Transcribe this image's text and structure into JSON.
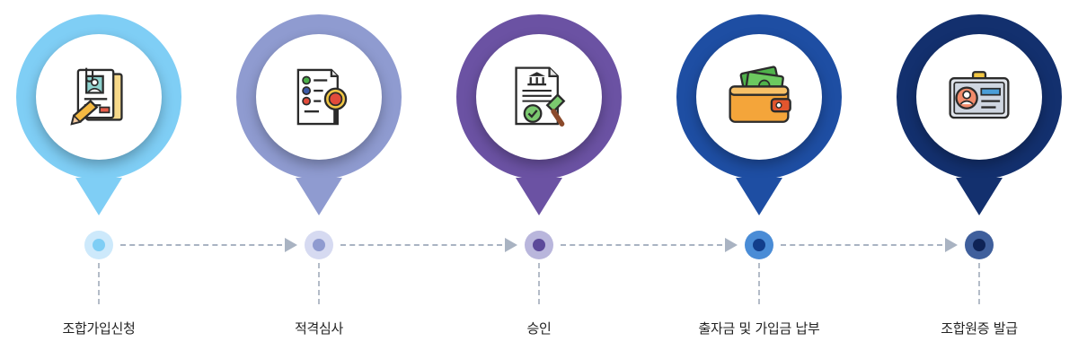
{
  "steps": [
    {
      "label": "조합가입신청",
      "icon": "application-form-icon",
      "color": "#7fcef5",
      "dot_outer": "#cde9fb",
      "dot_inner": "#7fcef5"
    },
    {
      "label": "적격심사",
      "icon": "checklist-review-icon",
      "color": "#8f9bd0",
      "dot_outer": "#d6daf1",
      "dot_inner": "#8f9bd0"
    },
    {
      "label": "승인",
      "icon": "approval-document-icon",
      "color": "#6b52a3",
      "dot_outer": "#b9b6dc",
      "dot_inner": "#5c4a9a"
    },
    {
      "label": "출자금 및 가입금 납부",
      "icon": "wallet-money-icon",
      "color": "#1e4ea3",
      "dot_outer": "#4a8cd6",
      "dot_inner": "#123e8c"
    },
    {
      "label": "조합원증 발급",
      "icon": "member-id-card-icon",
      "color": "#13306e",
      "dot_outer": "#3f5f9c",
      "dot_inner": "#0e2356"
    }
  ],
  "connector_color": "#a9b3c2"
}
